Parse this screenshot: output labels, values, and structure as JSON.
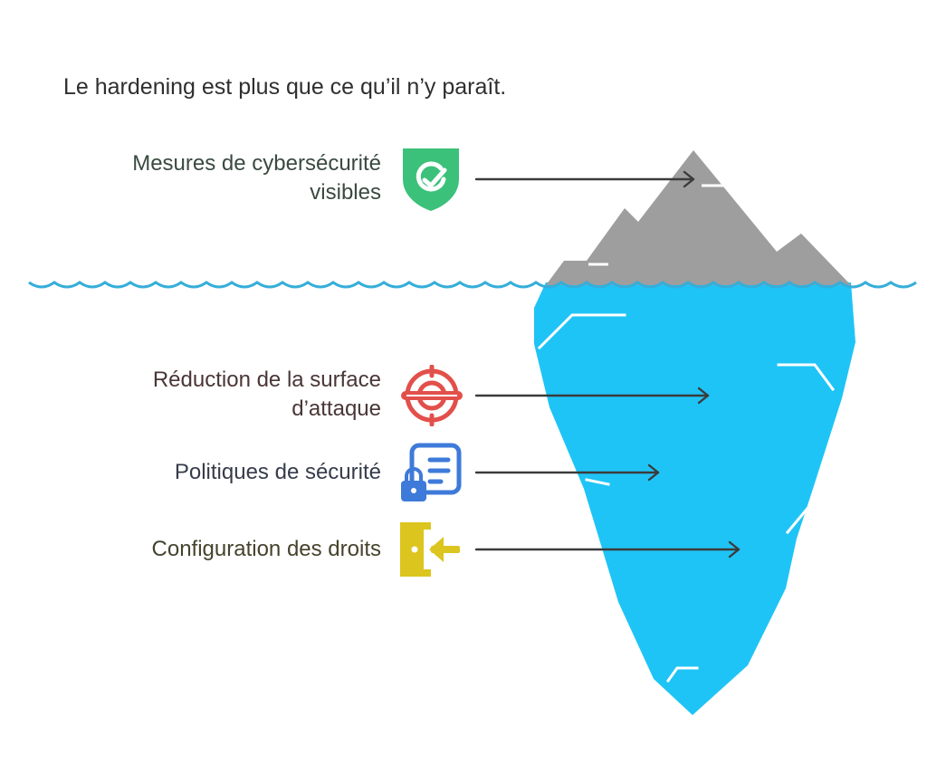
{
  "title": "Le hardening est plus que ce qu’il n’y paraît.",
  "items": [
    {
      "id": "visible",
      "lines": [
        "Mesures de cybersécurité",
        "visibles"
      ],
      "icon": "shield-check-icon",
      "color": "#3cc17a",
      "text_color": "#3a4a40"
    },
    {
      "id": "attack-surface",
      "lines": [
        "Réduction de la surface",
        "d’attaque"
      ],
      "icon": "crosshair-icon",
      "color": "#e2504b",
      "text_color": "#4a3636"
    },
    {
      "id": "policies",
      "lines": [
        "Politiques de sécurité"
      ],
      "icon": "document-lock-icon",
      "color": "#3e7ad9",
      "text_color": "#353c4a"
    },
    {
      "id": "rights",
      "lines": [
        "Configuration des droits"
      ],
      "icon": "door-arrow-icon",
      "color": "#dcc51e",
      "text_color": "#45432c"
    }
  ],
  "colors": {
    "tip": "#9e9e9e",
    "underwater": "#1fc4f6",
    "water_line": "#35aed9",
    "arrow": "#3b3b3b"
  }
}
